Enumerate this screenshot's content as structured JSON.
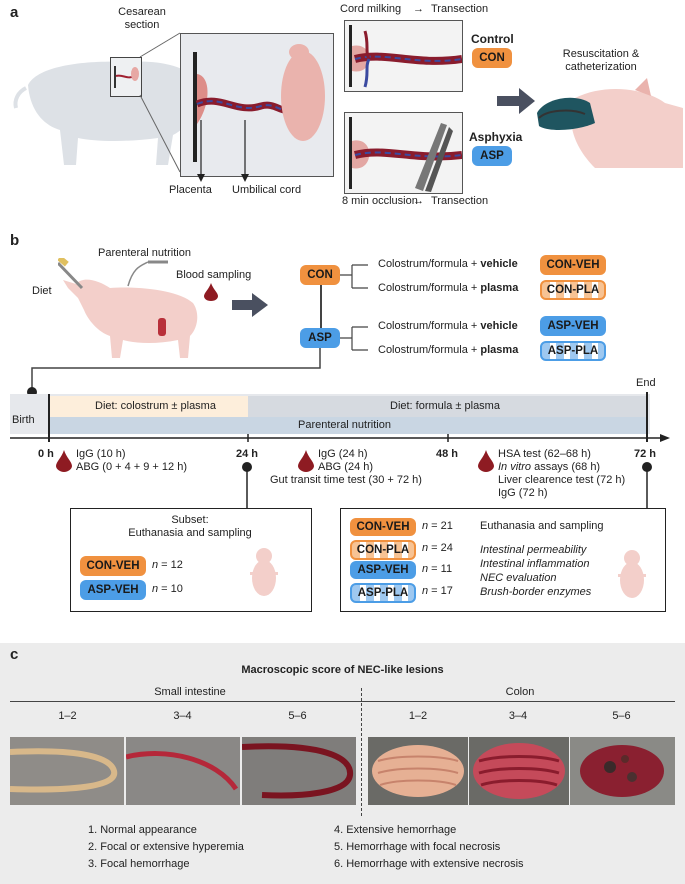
{
  "panel_a": {
    "letter": "a",
    "cesarean_label": "Cesarean\nsection",
    "cord_milking": "Cord milking",
    "transection_top": "Transection",
    "control_label": "Control",
    "con_badge": "CON",
    "asphyxia_label": "Asphyxia",
    "asp_badge": "ASP",
    "occlusion_label": "8 min occlusion",
    "transection_bottom": "Transection",
    "placenta_label": "Placenta",
    "umbilical_label": "Umbilical cord",
    "resuscitation_label": "Resuscitation &\ncatheterization"
  },
  "panel_b": {
    "letter": "b",
    "parenteral_label": "Parenteral nutrition",
    "diet_label": "Diet",
    "blood_label": "Blood sampling",
    "con_badge": "CON",
    "asp_badge": "ASP",
    "branches": [
      {
        "prefix": "Colostrum/formula + ",
        "bold": "vehicle",
        "badge": "CON-VEH"
      },
      {
        "prefix": "Colostrum/formula + ",
        "bold": "plasma",
        "badge": "CON-PLA"
      },
      {
        "prefix": "Colostrum/formula + ",
        "bold": "vehicle",
        "badge": "ASP-VEH"
      },
      {
        "prefix": "Colostrum/formula + ",
        "bold": "plasma",
        "badge": "ASP-PLA"
      }
    ],
    "timeline": {
      "birth": "Birth",
      "end": "End",
      "diet_colostrum": "Diet: colostrum ± plasma",
      "diet_formula": "Diet: formula ± plasma",
      "parenteral": "Parenteral nutrition",
      "ticks": [
        "0 h",
        "24 h",
        "48 h",
        "72 h"
      ]
    },
    "samples_1": [
      "IgG (10 h)",
      "ABG (0 + 4 + 9 + 12 h)"
    ],
    "samples_2": [
      "IgG (24 h)",
      "ABG (24 h)",
      "Gut transit time test (30 + 72 h)"
    ],
    "samples_3_line1": "HSA test (62–68 h)",
    "samples_3_line2_italic": "In vitro",
    "samples_3_line2_rest": " assays (68 h)",
    "samples_3_line3": "Liver clearence test (72 h)",
    "samples_3_line4": "IgG (72 h)",
    "subset_box": {
      "title": "Subset:\nEuthanasia and sampling",
      "rows": [
        {
          "badge": "CON-VEH",
          "n_label": "n",
          "n_value": " = 12"
        },
        {
          "badge": "ASP-VEH",
          "n_label": "n",
          "n_value": " = 10"
        }
      ]
    },
    "end_box": {
      "rows": [
        {
          "badge": "CON-VEH",
          "n_label": "n",
          "n_value": " = 21",
          "desc": "Euthanasia and sampling"
        },
        {
          "badge": "CON-PLA",
          "n_label": "n",
          "n_value": " = 24",
          "desc": "Intestinal permeability"
        },
        {
          "badge": "ASP-VEH",
          "n_label": "n",
          "n_value": " = 11",
          "desc": "Intestinal inflammation"
        },
        {
          "badge": "ASP-PLA",
          "n_label": "n",
          "n_value": " = 17",
          "desc": "NEC evaluation"
        }
      ],
      "extra_desc": "Brush-border enzymes"
    }
  },
  "panel_c": {
    "letter": "c",
    "title": "Macroscopic score of NEC-like lesions",
    "small_intestine": "Small intestine",
    "colon": "Colon",
    "scores_small": [
      "1–2",
      "3–4",
      "5–6"
    ],
    "scores_colon": [
      "1–2",
      "3–4",
      "5–6"
    ],
    "legend_left": [
      "1. Normal appearance",
      "2. Focal or extensive hyperemia",
      "3. Focal hemorrhage"
    ],
    "legend_right": [
      "4. Extensive hemorrhage",
      "5. Hemorrhage with focal necrosis",
      "6. Hemorrhage with extensive necrosis"
    ]
  },
  "colors": {
    "con": "#f0913f",
    "asp": "#4c9de6",
    "blood": "#8e1b22",
    "diet_bg": "#fdeedb",
    "timeline_bg": "#c9d6e3"
  }
}
